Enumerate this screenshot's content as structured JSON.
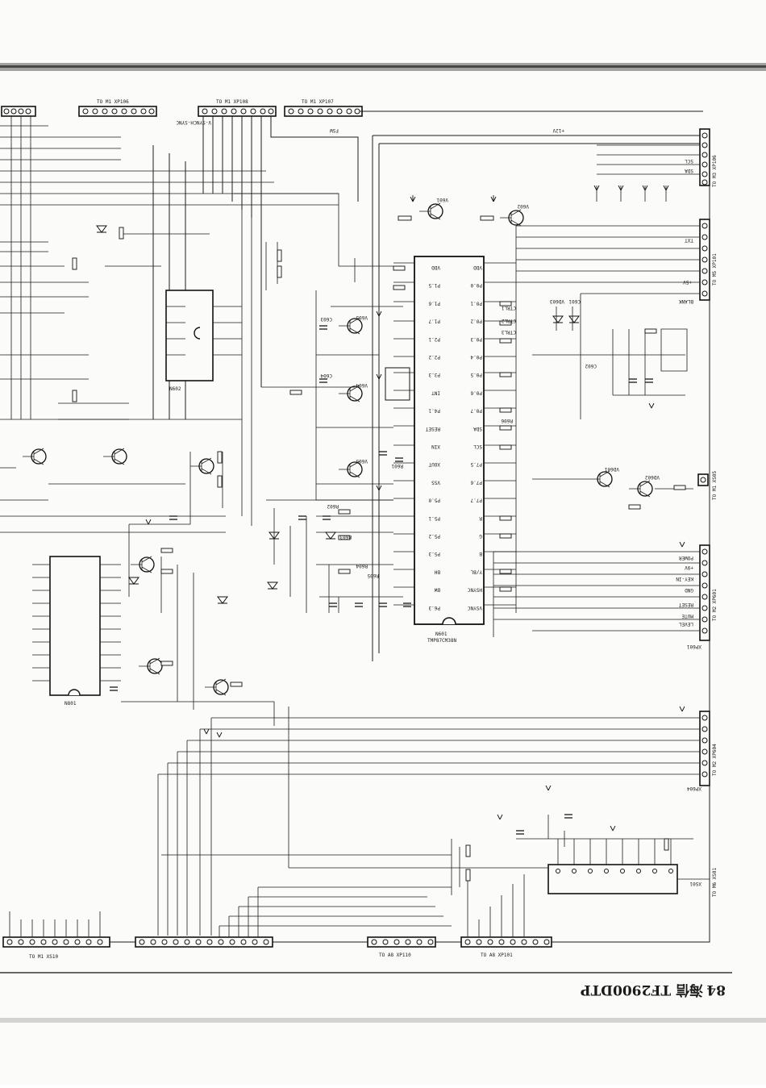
{
  "footer": {
    "page_number": "84",
    "title": "海信 TF2900DTP"
  },
  "ic": {
    "main_label": "N601",
    "main_part": "TMP87CM38N",
    "left_label": "N801",
    "vpc_label": "N602"
  },
  "connector_labels": {
    "top_right_1": "TO M3 XP106",
    "top_right_2": "TO M5 XP101",
    "right_mid": "TO M1 XS05",
    "right_lower_1": "TO M2 XP601",
    "right_lower_2": "TO M2 XP604",
    "right_bottom": "TO M6 XS01",
    "bottom_1": "TO A8 XP110",
    "bottom_2": "TO A8 XP101",
    "bottom_left": "TO M1 XS10",
    "top_1": "TO M1 XP106",
    "top_2": "TO M1 XP108",
    "top_3": "TO M1 XP107"
  },
  "pin_labels_left": [
    "VDD",
    "P1.5",
    "P1.6",
    "P1.7",
    "P2.1",
    "P2.2",
    "P3.3",
    "INT",
    "P4.1",
    "RESET",
    "XIN",
    "XOUT",
    "VSS",
    "P5.0",
    "P5.1",
    "P5.2",
    "P5.3",
    "BH",
    "BW",
    "P6.3"
  ],
  "pin_labels_right": [
    "VDD",
    "P0.0",
    "P0.1",
    "P0.2",
    "P0.3",
    "P0.4",
    "P0.5",
    "P0.6",
    "P0.7",
    "SDA",
    "SCL",
    "P7.5",
    "P7.6",
    "P7.7",
    "R",
    "G",
    "B",
    "Y/BL",
    "HSYNC",
    "VSYNC"
  ],
  "net_labels": [
    "SDA",
    "SCL",
    "+5V",
    "+12V",
    "+9V",
    "GND",
    "RESET",
    "KEY-IN",
    "MUTE",
    "LEVEL",
    "POWER",
    "H-SYNC",
    "V-SYNC",
    "CTRL1",
    "CTRL2",
    "CTRL3",
    "BLANK",
    "TXT",
    "FSW"
  ],
  "components": [
    "V601",
    "V602",
    "V603",
    "V604",
    "V605",
    "VD601",
    "VD602",
    "VD603",
    "C601",
    "C602",
    "C603",
    "C604",
    "R601",
    "R602",
    "R603",
    "R604",
    "R605",
    "R606",
    "XS01",
    "XP601",
    "XP604"
  ]
}
